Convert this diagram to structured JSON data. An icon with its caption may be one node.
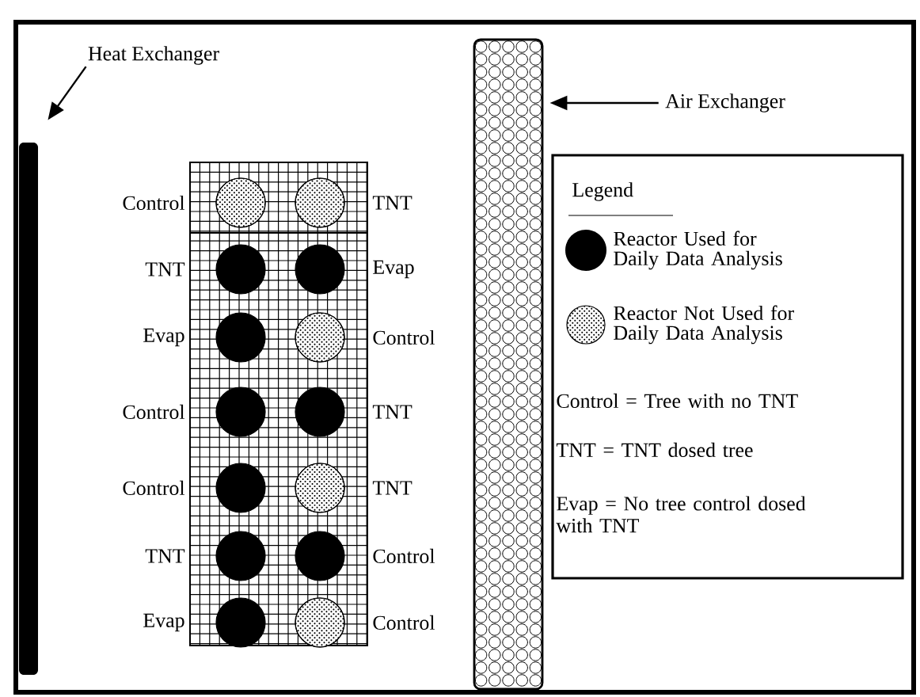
{
  "diagram": {
    "nodes": [
      {
        "text": [
          "Heat Exchanger"
        ]
      },
      {
        "text": [],
        "shape": "bar"
      },
      {
        "text": [],
        "shape": "box"
      },
      {
        "text": [],
        "shape": "circle",
        "in": 2,
        "beside": [
          "Control"
        ]
      },
      {
        "text": [],
        "shape": "circle",
        "in": 2,
        "beside": [
          "TNT"
        ]
      },
      {
        "text": [],
        "shape": "circle",
        "in": 2,
        "beside": [
          "TNT"
        ]
      },
      {
        "text": [],
        "shape": "circle",
        "in": 2,
        "beside": [
          "Evap"
        ]
      },
      {
        "text": [],
        "shape": "circle",
        "in": 2,
        "beside": [
          "Evap"
        ]
      },
      {
        "text": [],
        "shape": "circle",
        "in": 2,
        "beside": [
          "Control"
        ]
      },
      {
        "text": [],
        "shape": "circle",
        "in": 2,
        "beside": [
          "Control"
        ]
      },
      {
        "text": [],
        "shape": "circle",
        "in": 2,
        "beside": [
          "TNT"
        ]
      },
      {
        "text": [],
        "shape": "circle",
        "in": 2,
        "beside": [
          "Control"
        ]
      },
      {
        "text": [],
        "shape": "circle",
        "in": 2,
        "beside": [
          "TNT"
        ]
      },
      {
        "text": [],
        "shape": "circle",
        "in": 2,
        "beside": [
          "TNT"
        ]
      },
      {
        "text": [],
        "shape": "circle",
        "in": 2,
        "beside": [
          "Control"
        ]
      },
      {
        "text": [],
        "shape": "circle",
        "in": 2,
        "beside": [
          "Evap"
        ]
      },
      {
        "text": [],
        "shape": "circle",
        "in": 2,
        "beside": [
          "Control"
        ]
      },
      {
        "text": [],
        "shape": "bar"
      },
      {
        "text": [
          "Air Exchanger"
        ]
      }
    ],
    "edges": [
      {
        "from": 0,
        "to": 1,
        "arrow": "to"
      },
      {
        "from": 18,
        "to": 17,
        "arrow": "to"
      }
    ],
    "labels": [
      "Legend",
      "Control = Tree with no TNT",
      "TNT = TNT dosed tree",
      "Evap = No tree control dosed with TNT"
    ],
    "legend": [
      {
        "text": "Reactor Used for Daily Data Analysis",
        "color": "#000000"
      },
      {
        "text": "Reactor Not Used for Daily Data Analysis"
      }
    ]
  }
}
